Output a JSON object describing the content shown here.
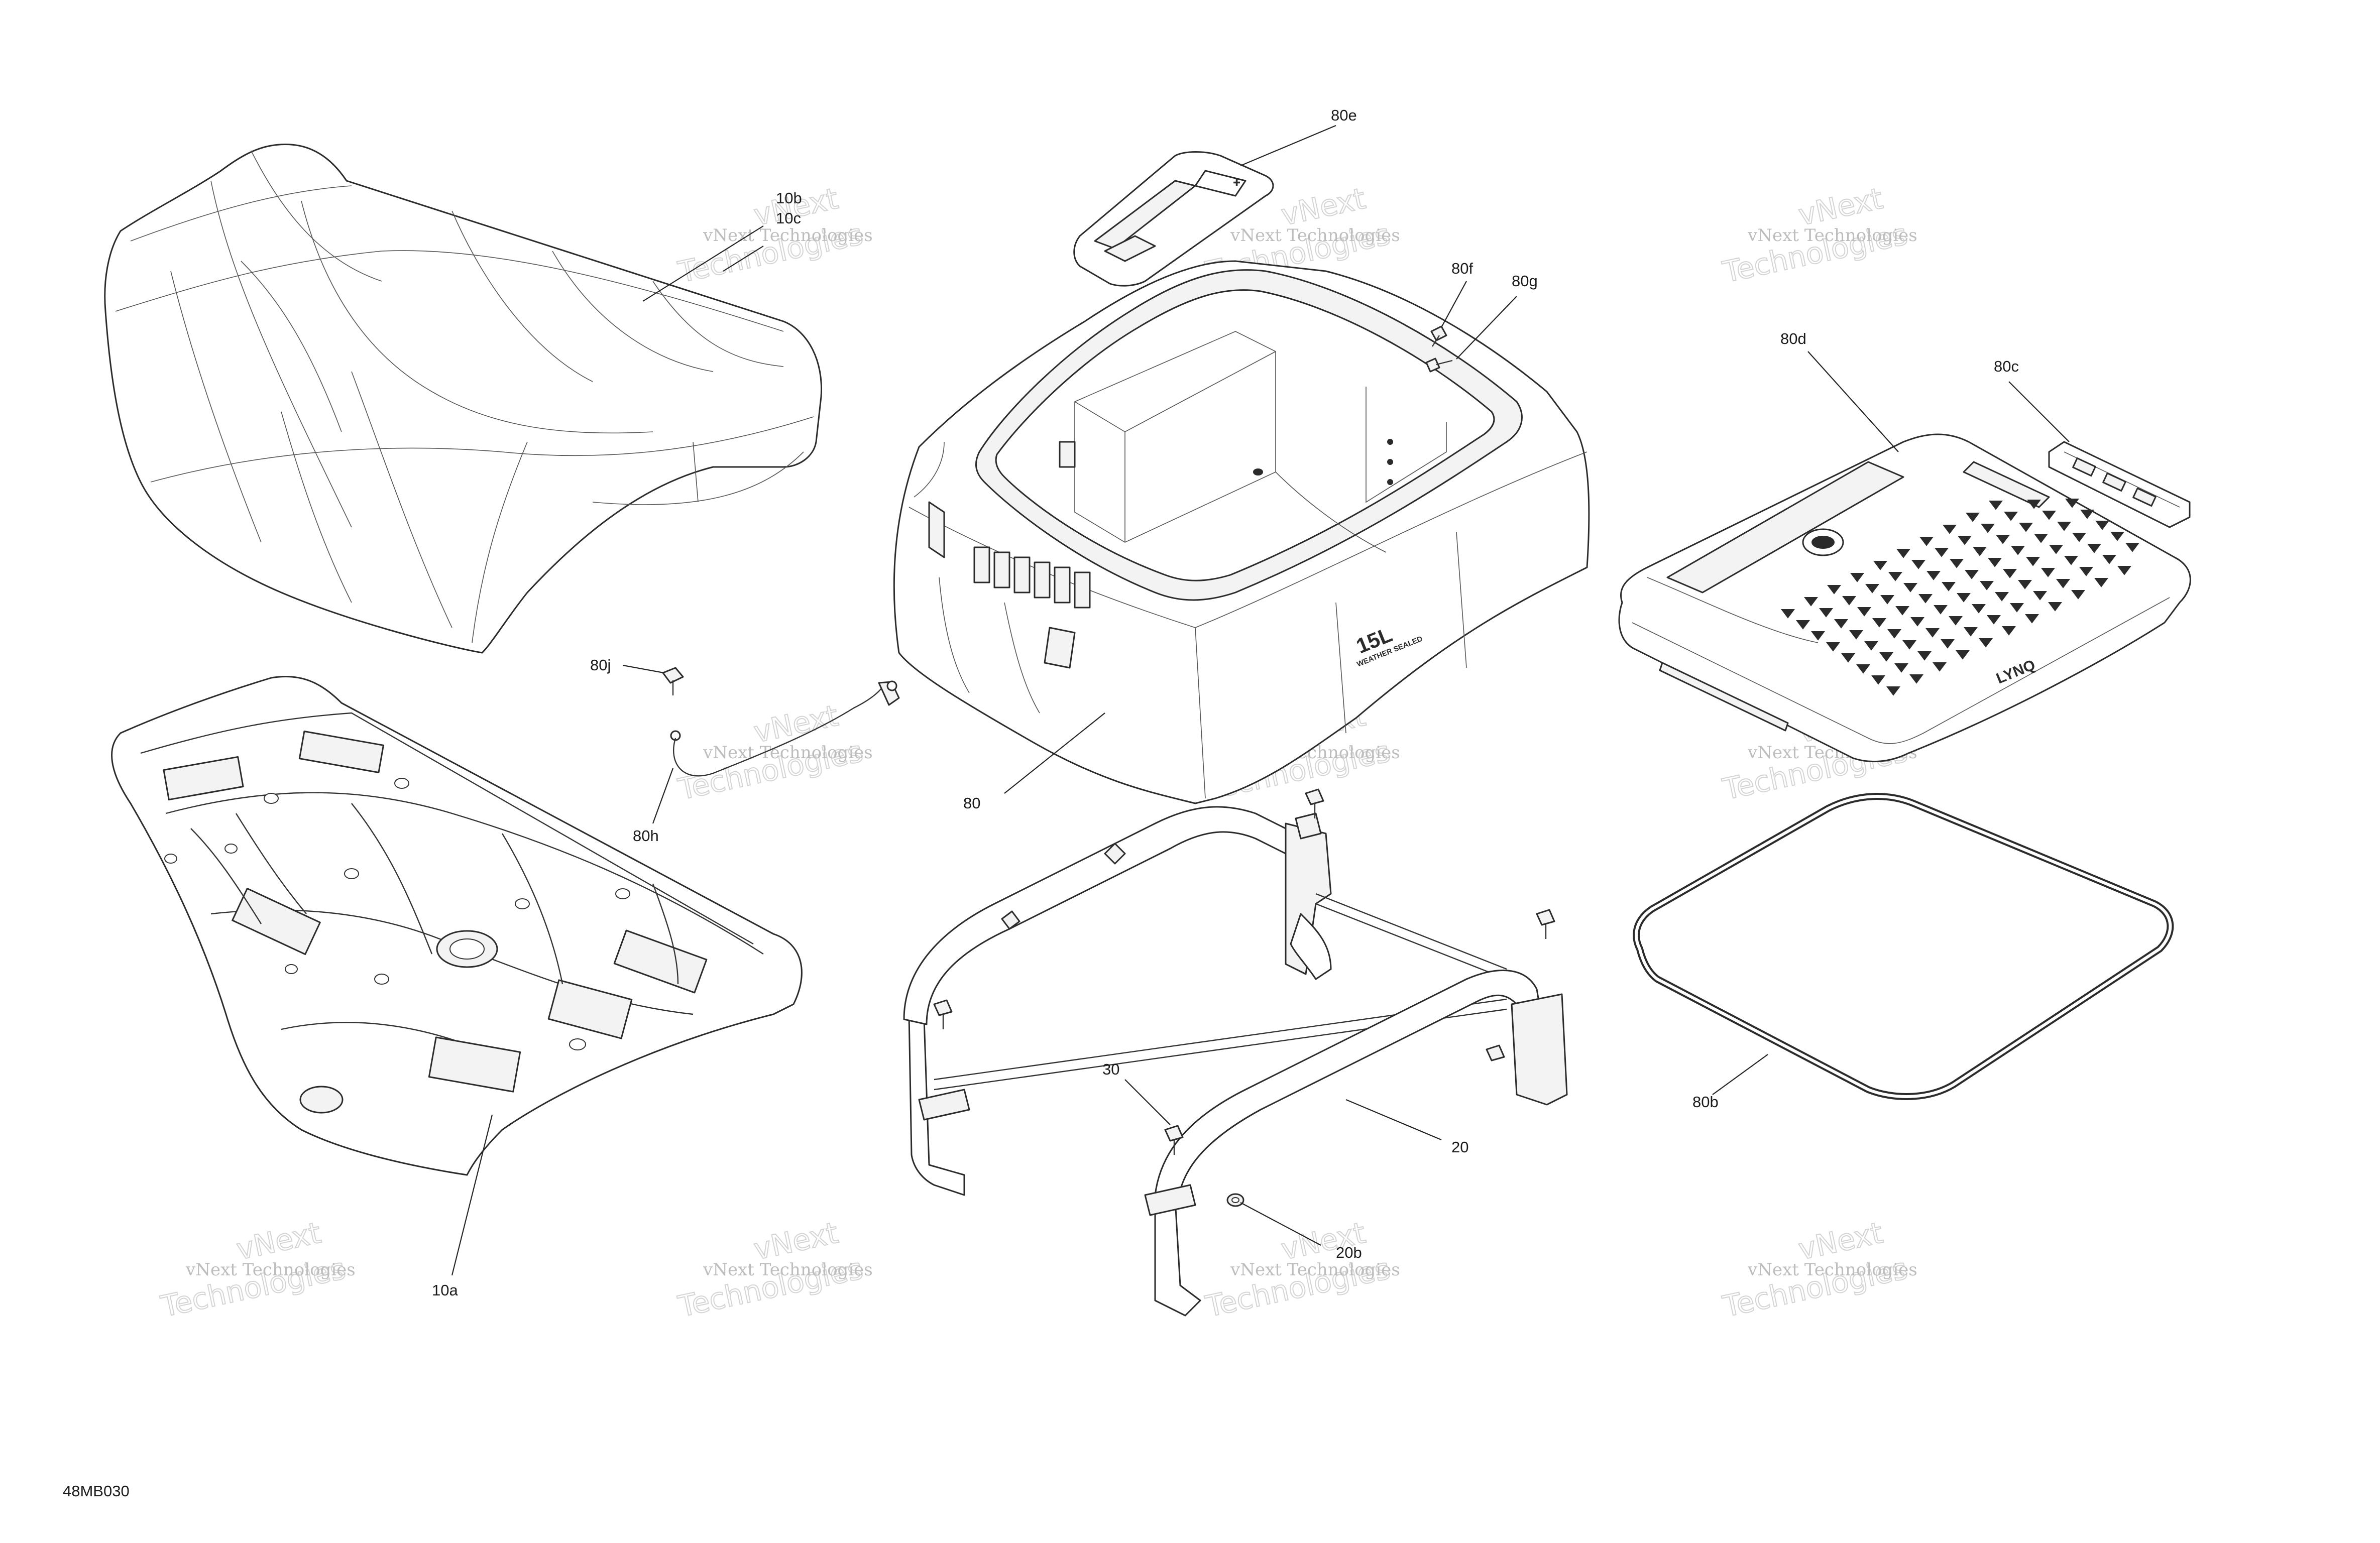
{
  "diagram": {
    "reference_code": "48MB030",
    "callouts": [
      "10b",
      "10c",
      "10a",
      "80e",
      "80f",
      "80g",
      "80d",
      "80c",
      "80j",
      "80h",
      "80",
      "80b",
      "30",
      "20",
      "20b"
    ],
    "box_markings": {
      "capacity": "15L",
      "seal_text": "WEATHER SEALED",
      "lid_brand": "LYNQ"
    }
  },
  "watermark": {
    "line_small": "vNext Technologies",
    "line_large_1": "vNext",
    "line_large_2": "Technologies"
  }
}
